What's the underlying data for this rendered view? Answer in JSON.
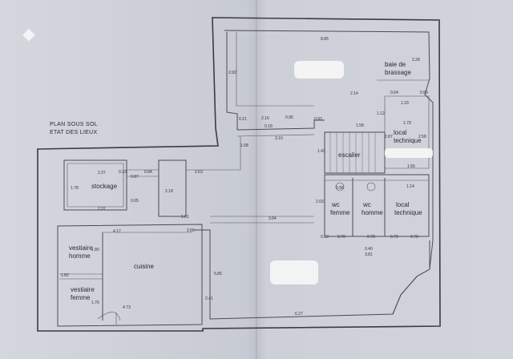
{
  "plan": {
    "title_line1": "PLAN SOUS SOL",
    "title_line2": "ETAT DES LIEUX",
    "rooms": {
      "stockage": "stockage",
      "cuisine": "cuisine",
      "escalier": "escalier",
      "vestiaire_homme_1": "vestiaire",
      "vestiaire_homme_2": "homme",
      "vestiaire_femme_1": "vestiaire",
      "vestiaire_femme_2": "femme",
      "wc_femme_1": "wc",
      "wc_femme_2": "femme",
      "wc_homme_1": "wc",
      "wc_homme_2": "homme",
      "local_tech_1_a": "local",
      "local_tech_1_b": "technique",
      "local_tech_2_a": "local",
      "local_tech_2_b": "technique",
      "baie_a": "baie de",
      "baie_b": "brassage"
    },
    "dims": {
      "d885": "8.85",
      "d292": "2.92",
      "d228": "2.28",
      "d214": "2.14",
      "d064": "0.64",
      "d059": "0.59",
      "d133": "1.33",
      "d112": "1.12",
      "d216": "2.16",
      "d095": "0.95",
      "d018": "0.18",
      "d021": "0.21",
      "d093": "0.93",
      "d158": "1.58",
      "d287": "2.87",
      "d179": "1.79",
      "d258": "2.58",
      "d310": "3.10",
      "d108": "1.08",
      "d143": "1.43",
      "d237a": "2.37",
      "d033": "0.33",
      "d084": "0.84",
      "d087": "0.87",
      "d263": "2.63",
      "d178": "1.78",
      "d065": "0.65",
      "d237b": "2.37",
      "d218": "2.18",
      "d161": "1.61",
      "d384": "3.84",
      "d203": "2.03",
      "d096": "0.96",
      "d114": "1.14",
      "d156": "1.56",
      "d417": "4.17",
      "d266": "2.66",
      "d180": "1.80",
      "d182": "1.82",
      "d176": "1.76",
      "d473": "4.73",
      "d241": "2.41",
      "d585": "5.85",
      "d053": "0.53",
      "d070a": "0.70",
      "d070b": "0.70",
      "d070c": "0.70",
      "d079": "0.79",
      "d040": "0.40",
      "d381": "3.81",
      "d627": "6.27"
    }
  }
}
